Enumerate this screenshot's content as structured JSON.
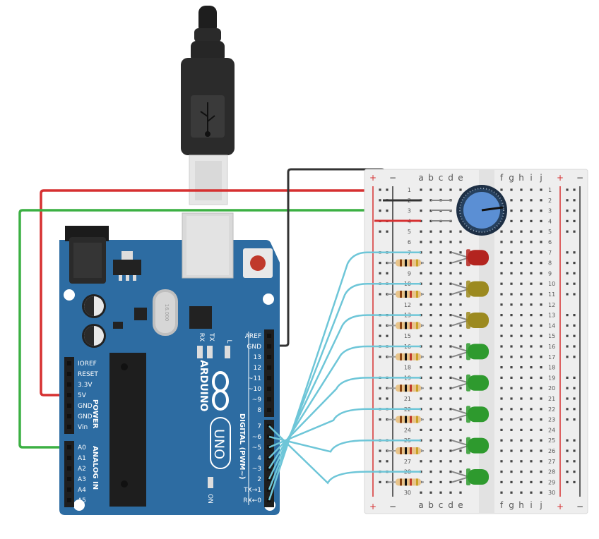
{
  "board": {
    "brand": "ARDUINO",
    "model": "UNO",
    "on_label": "ON",
    "tx_label": "TX",
    "rx_label": "RX",
    "l_label": "L",
    "crystal_label": "16.000",
    "power_title": "POWER",
    "analog_title": "ANALOG IN",
    "digital_title": "DIGITAL (PWM~)",
    "power_pins": [
      "IOREF",
      "RESET",
      "3.3V",
      "5V",
      "GND",
      "GND",
      "Vin"
    ],
    "analog_pins": [
      "A0",
      "A1",
      "A2",
      "A3",
      "A4",
      "A5"
    ],
    "digital_pins_top": [
      "AREF",
      "GND",
      "13",
      "12",
      "~11",
      "~10",
      "~9",
      "8"
    ],
    "digital_pins_bottom": [
      "7",
      "~6",
      "~5",
      "4",
      "~3",
      "2",
      "TX→1",
      "RX←0"
    ]
  },
  "breadboard": {
    "plus": "+",
    "minus": "−",
    "cols_left": [
      "a",
      "b",
      "c",
      "d",
      "e"
    ],
    "cols_right": [
      "f",
      "g",
      "h",
      "i",
      "j"
    ],
    "rows": [
      "1",
      "2",
      "3",
      "4",
      "5",
      "6",
      "7",
      "8",
      "9",
      "10",
      "11",
      "12",
      "13",
      "14",
      "15",
      "16",
      "17",
      "18",
      "19",
      "20",
      "21",
      "22",
      "23",
      "24",
      "25",
      "26",
      "27",
      "28",
      "29",
      "30"
    ]
  },
  "components": {
    "leds": [
      "red",
      "yellow",
      "yellow",
      "green",
      "green",
      "green",
      "green",
      "green"
    ],
    "resistor_count": 8
  },
  "colors": {
    "board": "#2d6ca2",
    "board_dark": "#1f5687",
    "wire_red": "#d63031",
    "wire_green": "#3cb043",
    "wire_black": "#333333",
    "wire_cyan": "#6ec6d8",
    "led_red": "#b3241f",
    "led_yellow": "#9c8a20",
    "led_green": "#2e9a2e",
    "usb": "#222222",
    "breadboard": "#eeeeee"
  }
}
